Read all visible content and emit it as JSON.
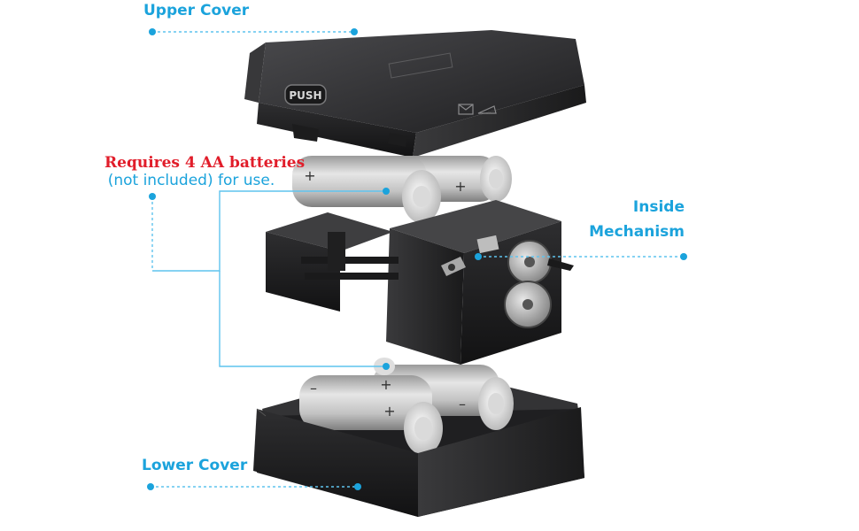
{
  "labels": {
    "upper_cover": "Upper Cover",
    "requires_line1": "Requires 4 AA batteries",
    "requires_line2": "(not included) for use.",
    "inside_line1": "Inside",
    "inside_line2": "Mechanism",
    "lower_cover": "Lower Cover"
  },
  "markings": {
    "push": "PUSH",
    "plus": "+",
    "minus": "–"
  },
  "colors": {
    "label_blue": "#1ba3dc",
    "label_red": "#e11d2a",
    "leader_line": "#5fc3ee",
    "housing": "#2b2b2d",
    "battery": "#c4c4c4"
  }
}
